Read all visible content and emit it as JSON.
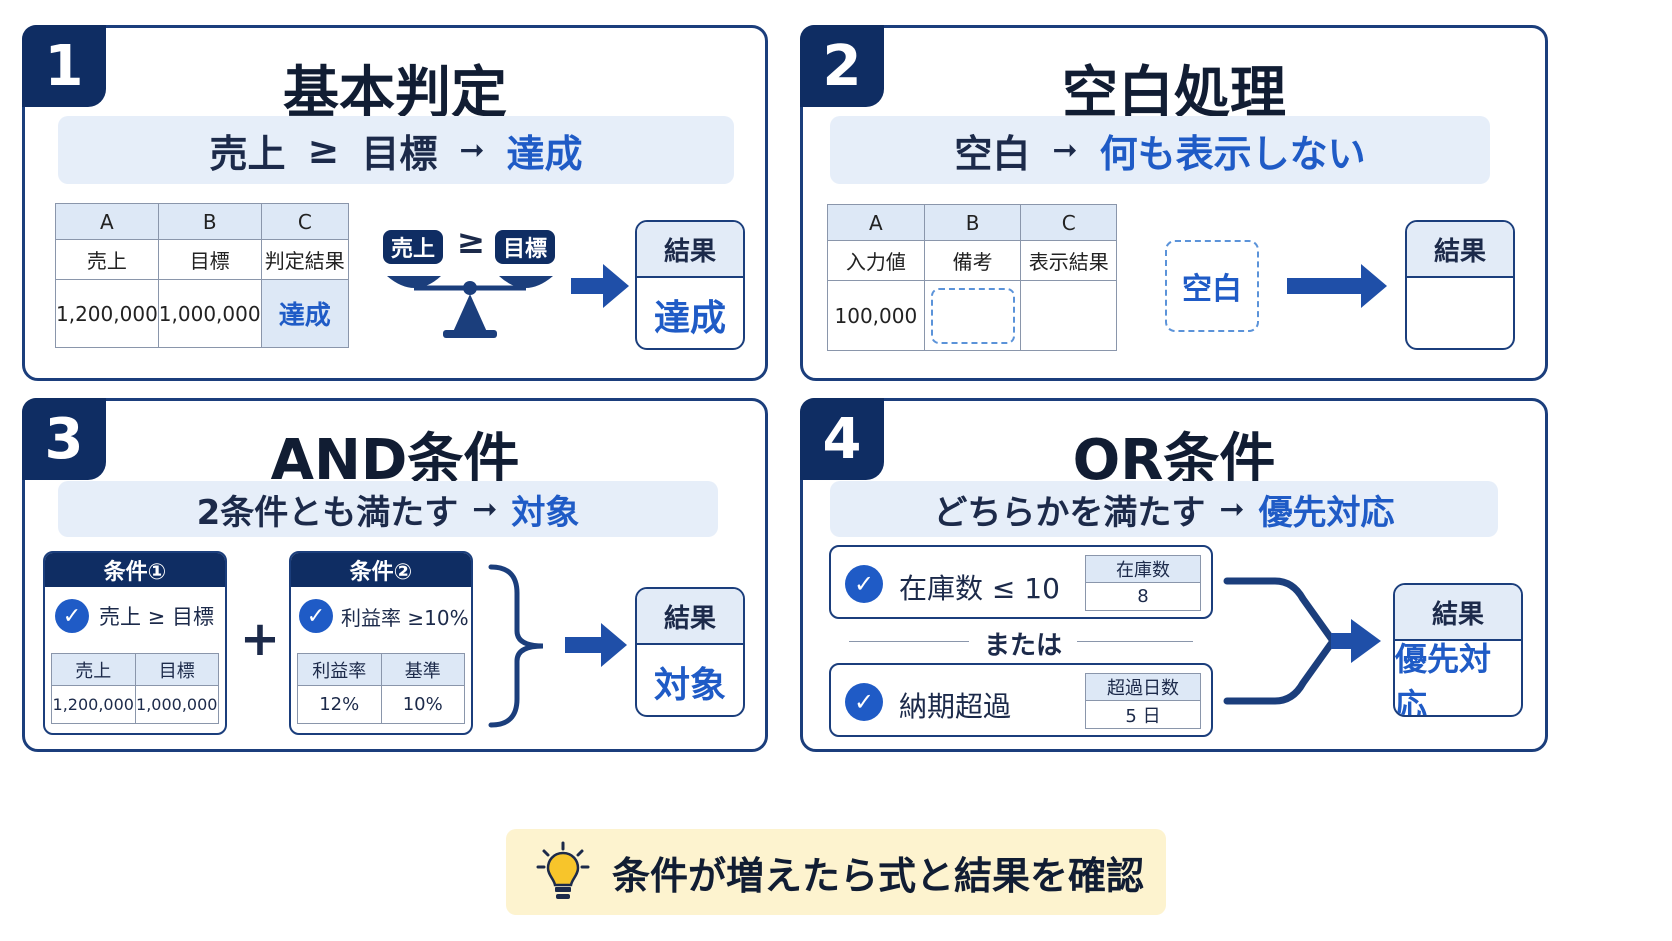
{
  "panels": {
    "p1": {
      "num": "1",
      "title": "基本判定",
      "rule": {
        "left": "売上",
        "op": "≥",
        "right": "目標",
        "arrow": "➞",
        "result": "達成"
      },
      "table": {
        "cols": [
          "A",
          "B",
          "C"
        ],
        "header": [
          "売上",
          "目標",
          "判定結果"
        ],
        "row": [
          "1,200,000",
          "1,000,000",
          "達成"
        ]
      },
      "scale": {
        "left_tag": "売上",
        "op": "≥",
        "right_tag": "目標"
      },
      "result_label": "結果",
      "result_value": "達成"
    },
    "p2": {
      "num": "2",
      "title": "空白処理",
      "rule": {
        "left": "空白",
        "arrow": "➞",
        "result": "何も表示しない"
      },
      "table": {
        "cols": [
          "A",
          "B",
          "C"
        ],
        "header": [
          "入力値",
          "備考",
          "表示結果"
        ],
        "row": [
          "100,000",
          "",
          ""
        ]
      },
      "blank_label": "空白",
      "result_label": "結果",
      "result_value": ""
    },
    "p3": {
      "num": "3",
      "title": "AND条件",
      "rule": {
        "left": "2条件とも満たす",
        "arrow": "➞",
        "result": "対象"
      },
      "cond1": {
        "title": "条件①",
        "text": "売上 ≥ 目標",
        "header": [
          "売上",
          "目標"
        ],
        "row": [
          "1,200,000",
          "1,000,000"
        ]
      },
      "plus": "+",
      "cond2": {
        "title": "条件②",
        "text": "利益率 ≥10%",
        "header": [
          "利益率",
          "基準"
        ],
        "row": [
          "12%",
          "10%"
        ]
      },
      "result_label": "結果",
      "result_value": "対象"
    },
    "p4": {
      "num": "4",
      "title": "OR条件",
      "rule": {
        "left": "どちらかを満たす",
        "arrow": "➞",
        "result": "優先対応"
      },
      "opt1": {
        "text": "在庫数 ≤ 10",
        "label": "在庫数",
        "value": "8"
      },
      "or_label": "または",
      "opt2": {
        "text": "納期超過",
        "label": "超過日数",
        "value": "5 日"
      },
      "result_label": "結果",
      "result_value": "優先対応"
    }
  },
  "tip": {
    "text": "条件が増えたら式と結果を確認",
    "icon": "lightbulb-icon"
  },
  "colors": {
    "navy": "#0f2d63",
    "accent": "#1f5bc6",
    "panel_bg": "#e6eef9",
    "tip_bg": "#fdf3cf"
  }
}
